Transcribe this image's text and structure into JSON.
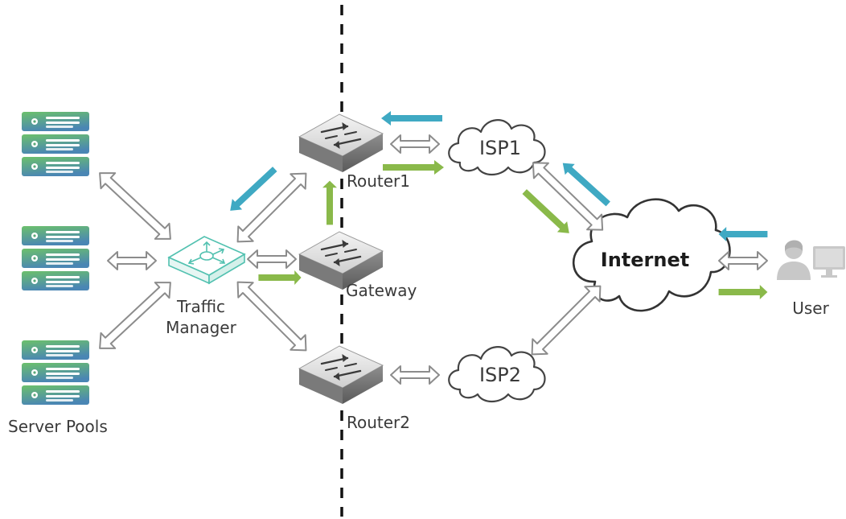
{
  "labels": {
    "server_pools": "Server Pools",
    "traffic_manager_line1": "Traffic",
    "traffic_manager_line2": "Manager",
    "router1": "Router1",
    "router2": "Router2",
    "gateway": "Gateway",
    "isp1": "ISP1",
    "isp2": "ISP2",
    "internet": "Internet",
    "user": "User"
  },
  "colors": {
    "request_arrow": "#8ab94a",
    "response_arrow": "#3fa9c3",
    "link_arrow_stroke": "#8c8c8c",
    "divider": "#111111",
    "server_gradient_top": "#6cc06c",
    "server_gradient_bottom": "#4a86b4",
    "traffic_manager": "#52c1b0",
    "user_icon": "#c8c8c8"
  },
  "icons": {
    "server": "server-rack-icon",
    "router": "network-switch-icon",
    "traffic_manager": "load-balancer-icon",
    "cloud": "cloud-icon",
    "user": "user-icon",
    "monitor": "monitor-icon"
  }
}
